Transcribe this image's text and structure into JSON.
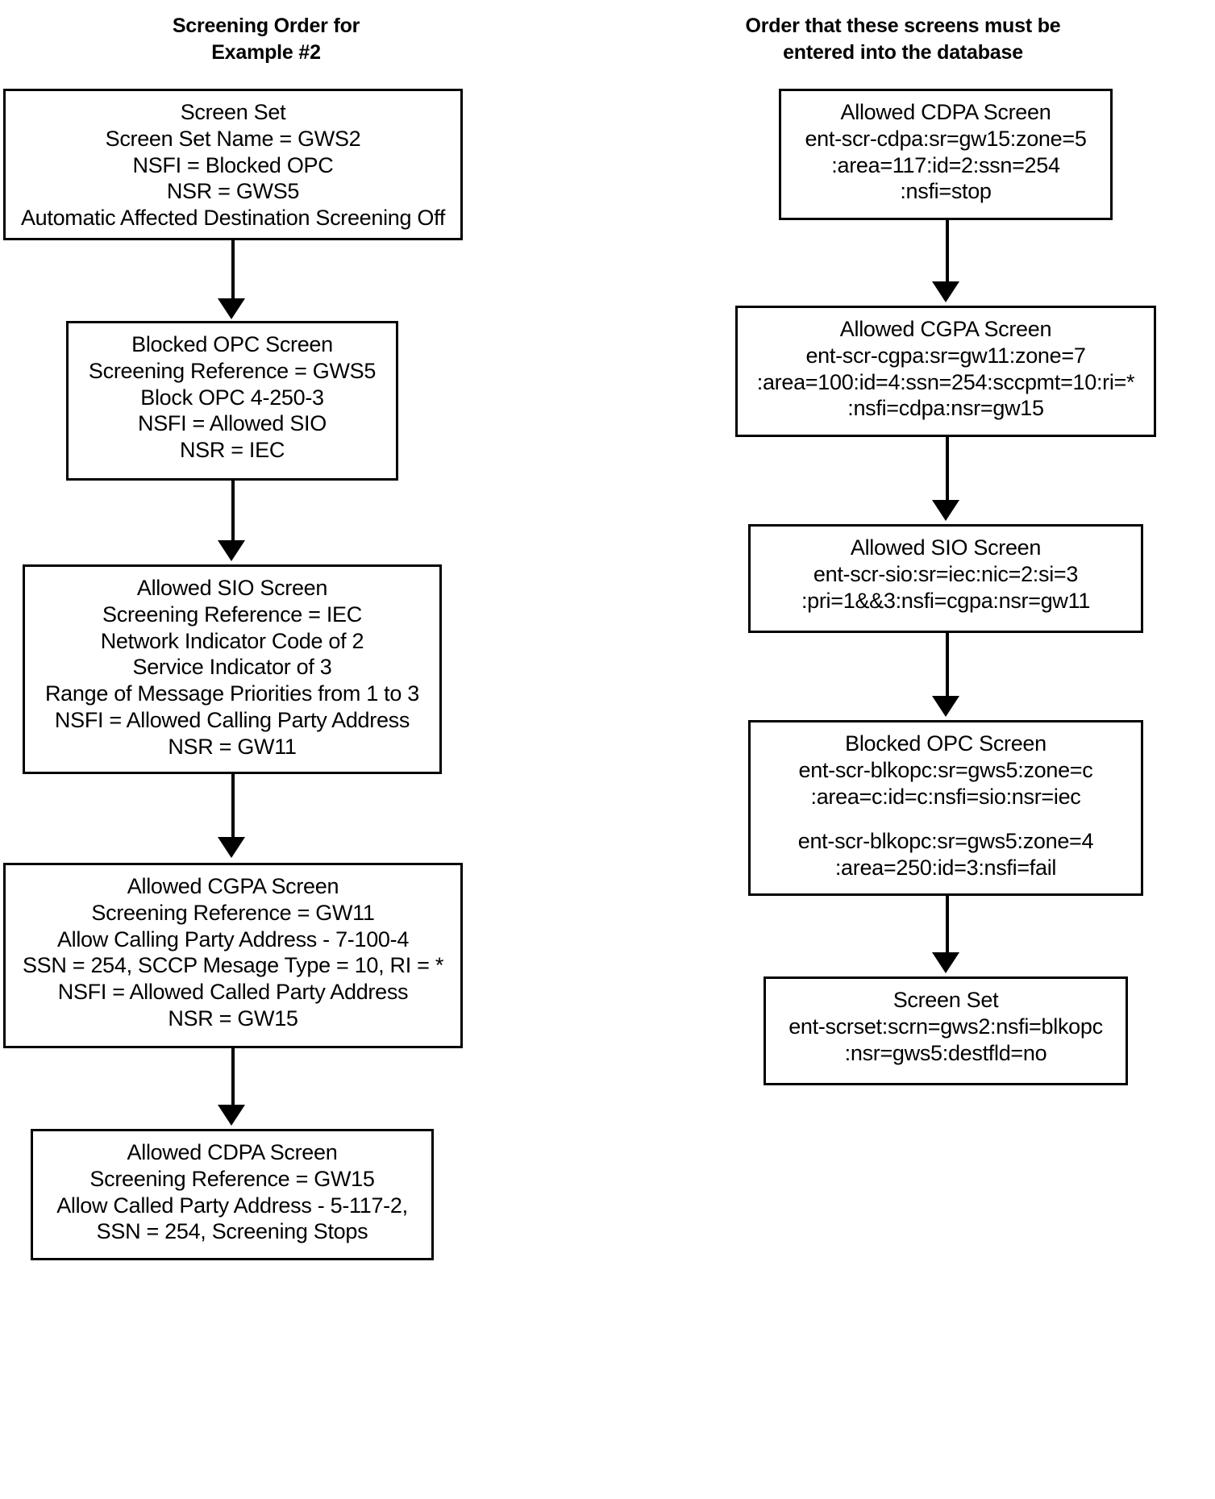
{
  "columns": [
    {
      "id": "screening-order",
      "title_line1": "Screening Order for",
      "title_line2": "Example #2",
      "nodes": [
        {
          "name": "screen-set",
          "lines": [
            "Screen Set",
            "Screen Set Name = GWS2",
            "NSFI = Blocked OPC",
            "NSR = GWS5",
            "Automatic Affected Destination Screening Off"
          ]
        },
        {
          "name": "blocked-opc-screen",
          "lines": [
            "Blocked OPC Screen",
            "Screening Reference = GWS5",
            "Block OPC 4-250-3",
            "NSFI = Allowed SIO",
            "NSR = IEC"
          ]
        },
        {
          "name": "allowed-sio-screen",
          "lines": [
            "Allowed SIO Screen",
            "Screening Reference = IEC",
            "Network Indicator Code of  2",
            "Service Indicator of 3",
            "Range of Message Priorities from 1 to 3",
            "NSFI = Allowed Calling Party Address",
            "NSR = GW11"
          ]
        },
        {
          "name": "allowed-cgpa-screen",
          "lines": [
            "Allowed CGPA Screen",
            "Screening Reference = GW11",
            "Allow Calling Party Address - 7-100-4",
            "SSN = 254, SCCP Mesage Type = 10, RI = *",
            "NSFI = Allowed Called Party Address",
            "NSR = GW15"
          ]
        },
        {
          "name": "allowed-cdpa-screen",
          "lines": [
            "Allowed CDPA Screen",
            "Screening Reference = GW15",
            "Allow Called Party Address - 5-117-2,",
            "SSN = 254, Screening Stops"
          ]
        }
      ]
    },
    {
      "id": "database-entry-order",
      "title_line1": "Order that these screens must be",
      "title_line2": "entered into the database",
      "nodes": [
        {
          "name": "allowed-cdpa-command",
          "lines": [
            "Allowed CDPA Screen",
            "ent-scr-cdpa:sr=gw15:zone=5",
            ":area=117:id=2:ssn=254",
            ":nsfi=stop"
          ]
        },
        {
          "name": "allowed-cgpa-command",
          "lines": [
            "Allowed CGPA Screen",
            "ent-scr-cgpa:sr=gw11:zone=7",
            ":area=100:id=4:ssn=254:sccpmt=10:ri=*",
            ":nsfi=cdpa:nsr=gw15"
          ]
        },
        {
          "name": "allowed-sio-command",
          "lines": [
            "Allowed SIO Screen",
            "ent-scr-sio:sr=iec:nic=2:si=3",
            ":pri=1&&3:nsfi=cgpa:nsr=gw11"
          ]
        },
        {
          "name": "blocked-opc-command",
          "lines": [
            "Blocked OPC Screen",
            "ent-scr-blkopc:sr=gws5:zone=c",
            ":area=c:id=c:nsfi=sio:nsr=iec",
            "",
            "ent-scr-blkopc:sr=gws5:zone=4",
            ":area=250:id=3:nsfi=fail"
          ]
        },
        {
          "name": "screen-set-command",
          "lines": [
            "Screen Set",
            "ent-scrset:scrn=gws2:nsfi=blkopc",
            ":nsr=gws5:destfld=no"
          ]
        }
      ]
    }
  ],
  "colors": {
    "stroke": "#000000",
    "background": "#ffffff",
    "text": "#000000"
  }
}
